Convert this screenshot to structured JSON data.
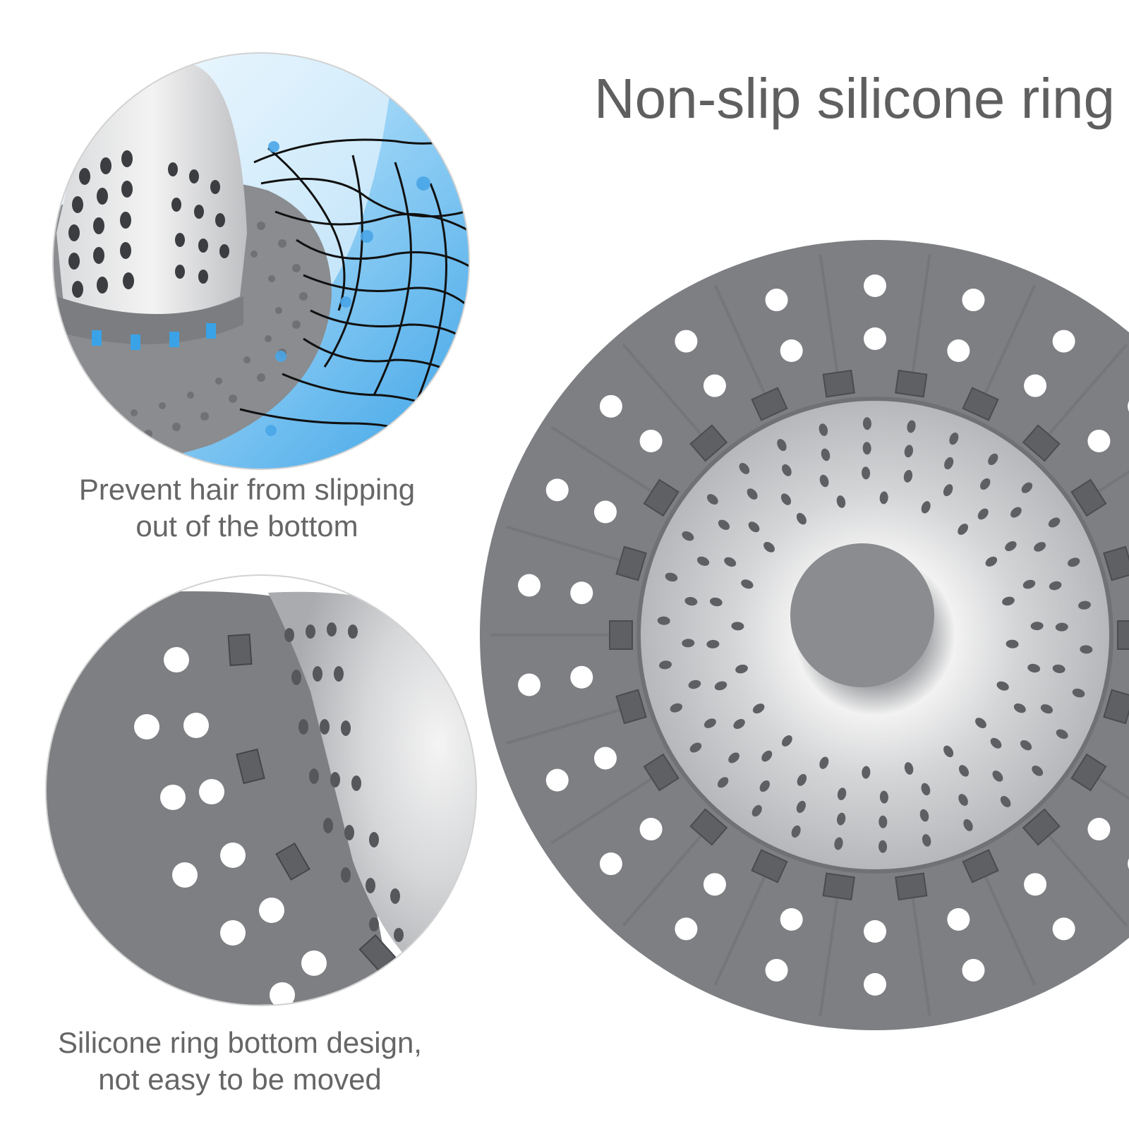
{
  "headline": "Non-slip silicone ring",
  "captions": {
    "hair_blocking": {
      "line1": "Prevent hair from slipping",
      "line2": "out of the bottom"
    },
    "silicone_base": {
      "line1": "Silicone ring bottom design,",
      "line2": "not easy to be moved"
    }
  },
  "colors": {
    "silicone": "#7d7f82",
    "steel": "#c9cacc",
    "water": "#5ab4ec",
    "text": "#666666"
  }
}
